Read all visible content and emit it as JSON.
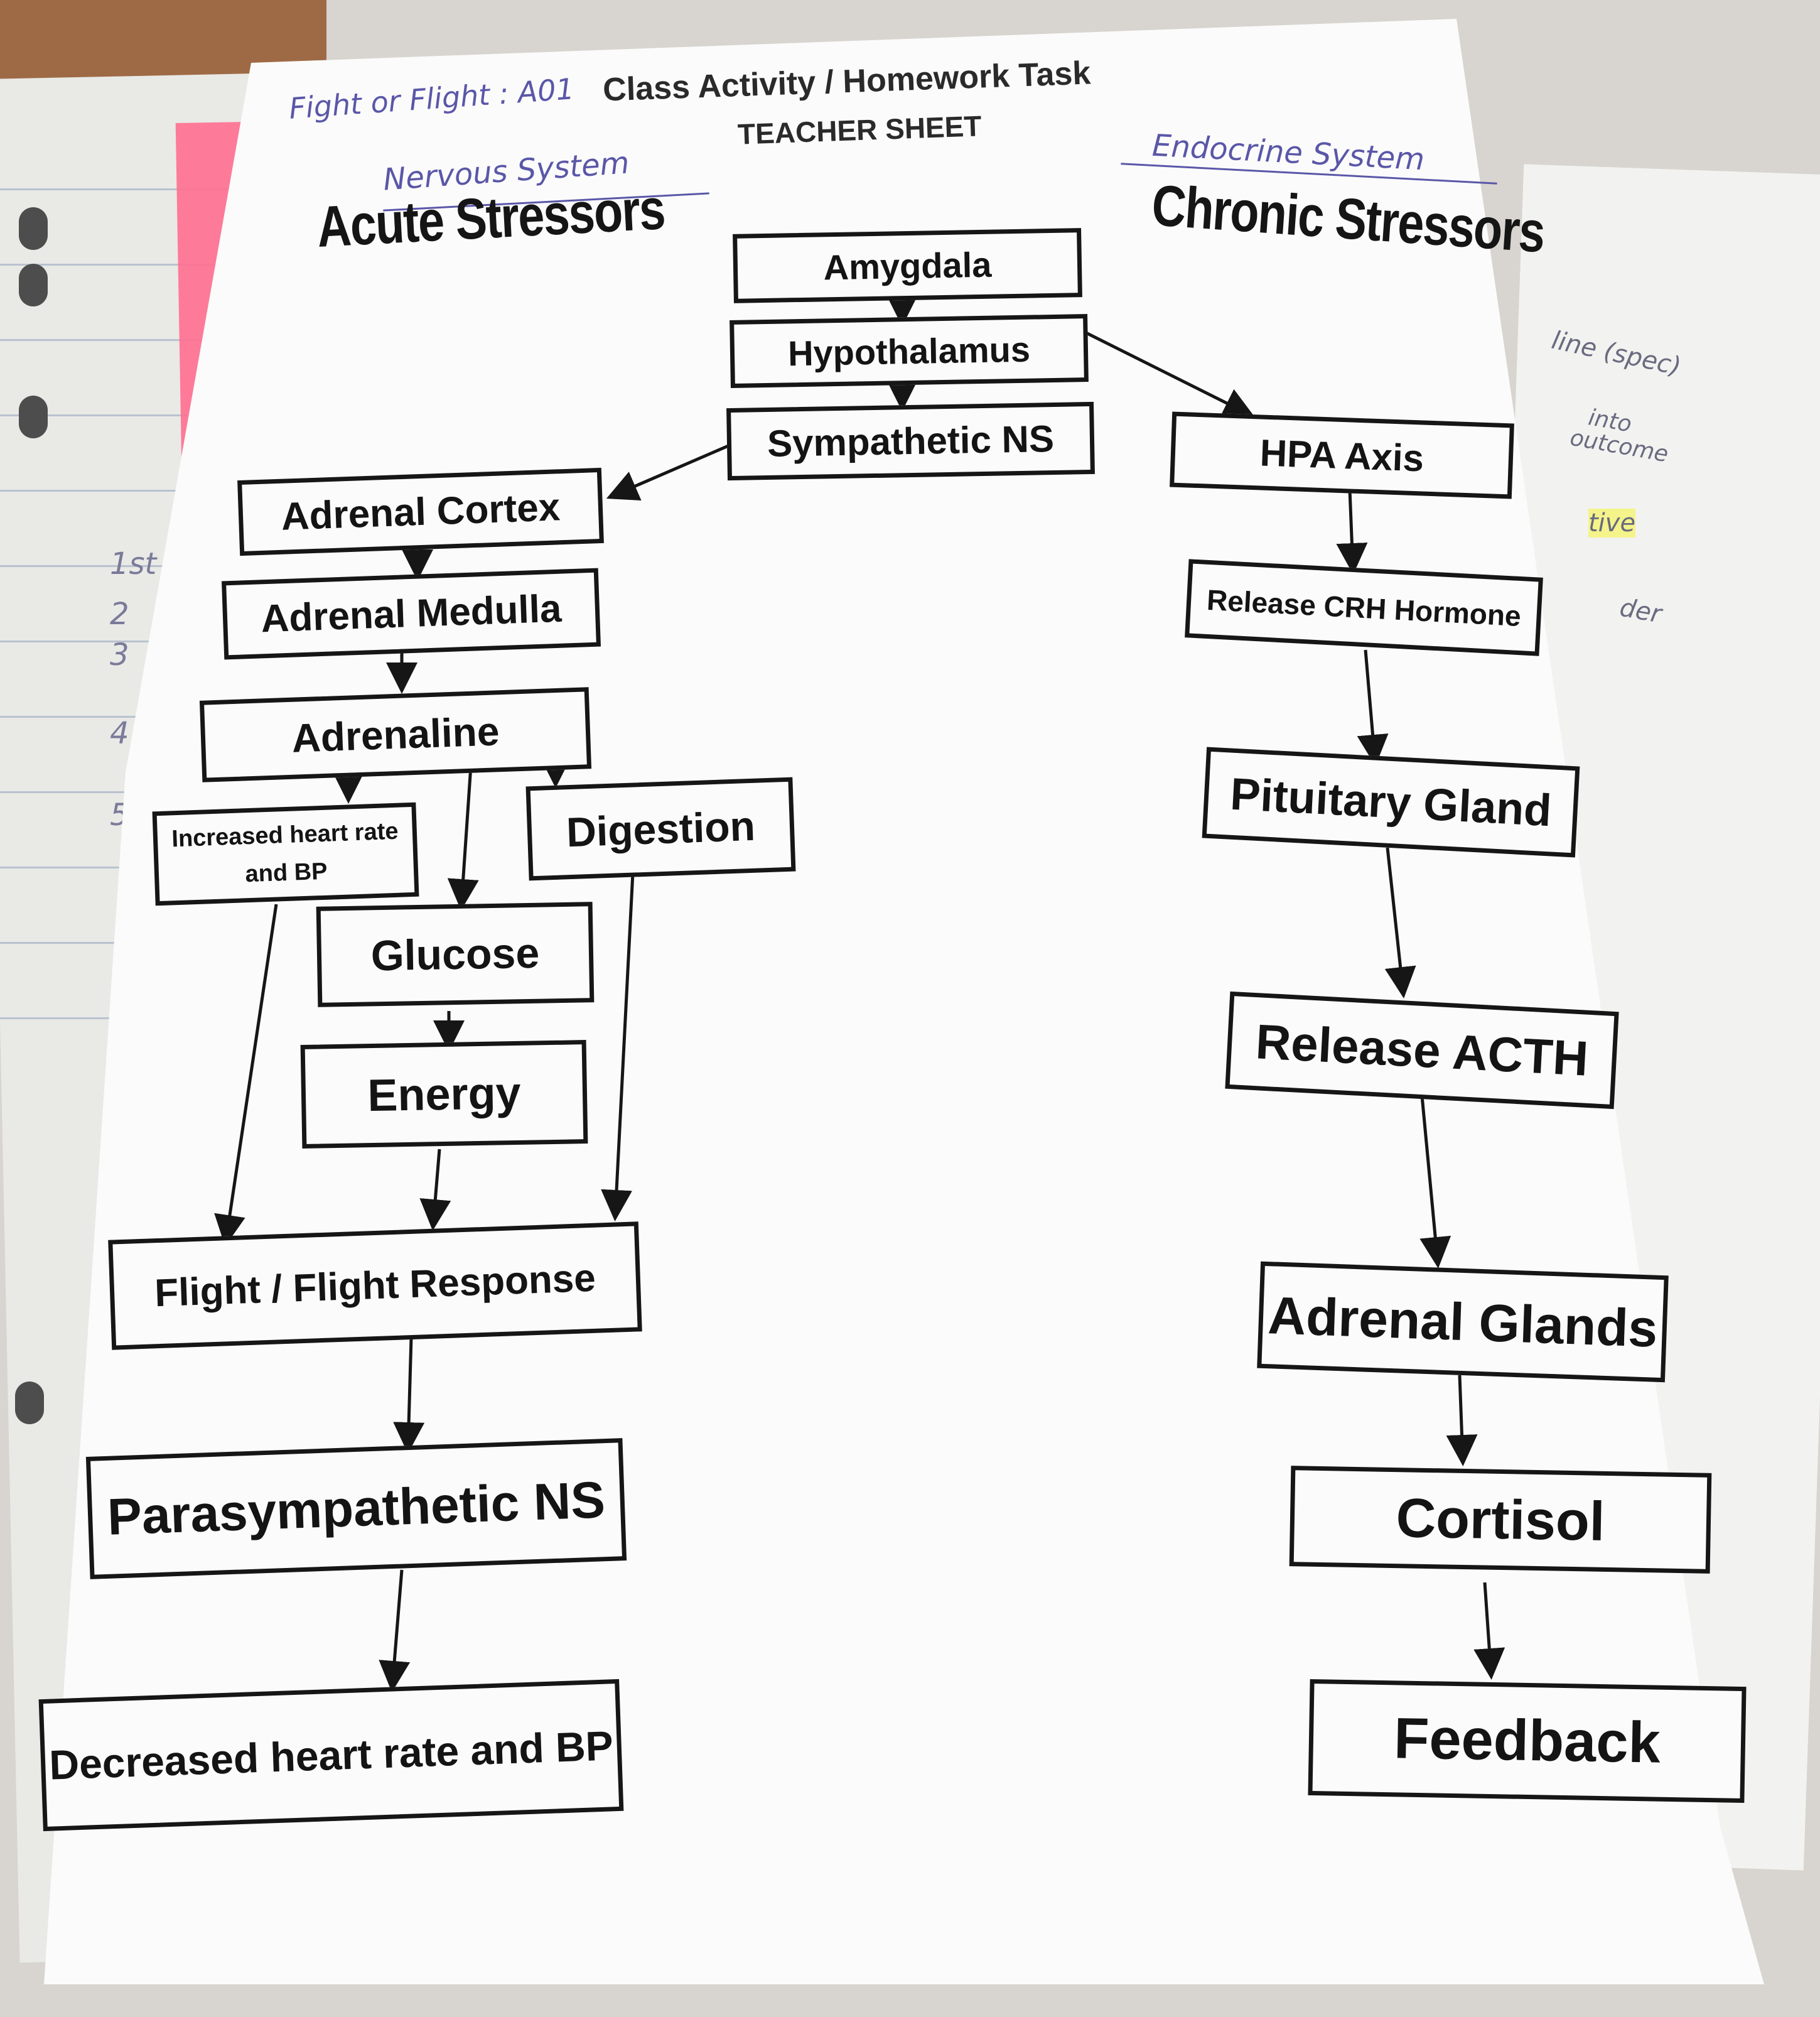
{
  "sheet": {
    "header": {
      "handwritten_topic": "Fight or Flight : A01",
      "title": "Class Activity / Homework Task",
      "subtitle": "TEACHER SHEET"
    },
    "left_column": {
      "handwritten_label": "Nervous System",
      "heading": "Acute Stressors"
    },
    "right_column": {
      "handwritten_label": "Endocrine System",
      "heading": "Chronic Stressors"
    },
    "center_chain": [
      "Amygdala",
      "Hypothalamus",
      "Sympathetic NS"
    ],
    "acute_chain": {
      "adrenal_cortex": "Adrenal Cortex",
      "adrenal_medulla": "Adrenal Medulla",
      "adrenaline": "Adrenaline",
      "increased_heart_rate": "Increased heart rate and BP",
      "digestion": "Digestion",
      "glucose": "Glucose",
      "energy": "Energy",
      "flight_response": "Flight / Flight Response",
      "parasympathetic": "Parasympathetic NS",
      "decreased_heart_rate": "Decreased heart rate and BP"
    },
    "chronic_chain": {
      "hpa_axis": "HPA Axis",
      "release_crh": "Release CRH Hormone",
      "pituitary": "Pituitary Gland",
      "release_acth": "Release ACTH",
      "adrenal_glands": "Adrenal Glands",
      "cortisol": "Cortisol",
      "feedback": "Feedback"
    }
  },
  "margin_notes": {
    "left": [
      "1st",
      "2",
      "3",
      "4",
      "5"
    ],
    "right": [
      "line (spec)",
      "into",
      "outcome",
      "tive",
      "der"
    ]
  },
  "colors": {
    "ink": "#161616",
    "handwriting": "#5a57a8",
    "sheet": "#fbfbfb",
    "pink_tab": "#ff6f8f"
  }
}
